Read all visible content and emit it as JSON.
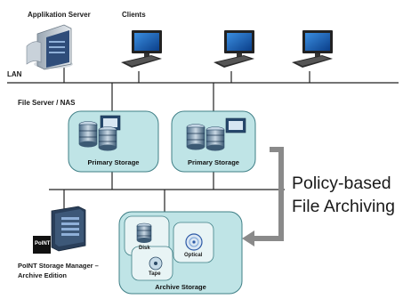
{
  "labels": {
    "app_server": "Applikation Server",
    "clients": "Clients",
    "lan": "LAN",
    "file_server": "File Server / NAS",
    "primary_storage_1": "Primary Storage",
    "primary_storage_2": "Primary Storage",
    "policy_line1": "Policy-based",
    "policy_line2": "File Archiving",
    "disk": "Disk",
    "optical": "Optical",
    "tape": "Tape",
    "archive_storage": "Archive Storage",
    "pointsm_line1": "PoINT Storage Manager –",
    "pointsm_line2": "Archive Edition",
    "logo_text": "PoINT"
  },
  "icons": [
    "server-icon",
    "monitor-icon",
    "keyboard-icon",
    "disk-stack-icon",
    "optical-disc-icon",
    "tape-icon",
    "arrow-icon"
  ],
  "colors": {
    "storage_box_fill": "#bfe4e6",
    "storage_box_stroke": "#3f7f86",
    "arrow": "#8a8a8a",
    "line": "#222222"
  }
}
